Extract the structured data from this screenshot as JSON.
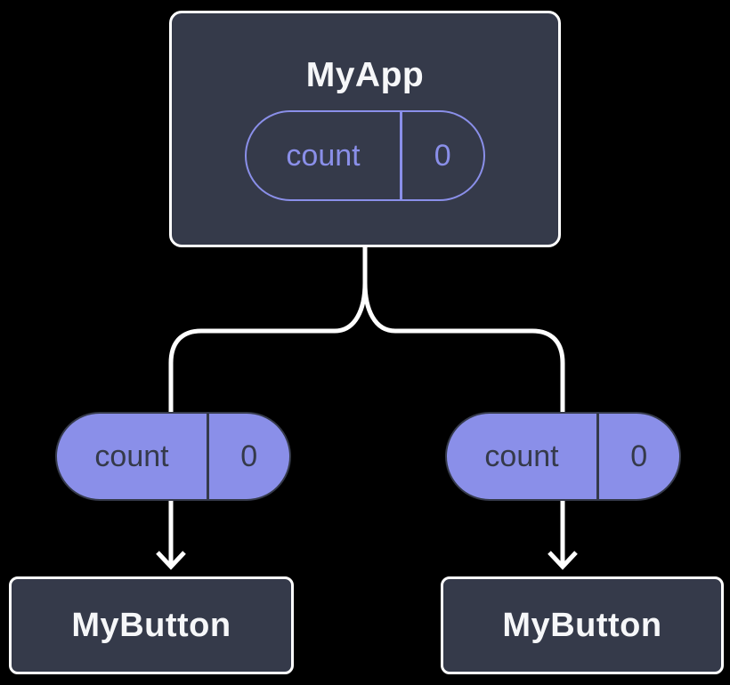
{
  "diagram": {
    "type": "component-tree",
    "colors": {
      "background": "#000000",
      "node_fill": "#353A4A",
      "node_border": "#FFFFFF",
      "accent_purple": "#8A8FE9",
      "connector_white": "#FFFFFF",
      "dark_text": "#353A4A",
      "light_text": "#F6F7F9"
    },
    "root": {
      "title": "MyApp",
      "state": {
        "name": "count",
        "value": "0"
      }
    },
    "children": [
      {
        "title": "MyButton",
        "prop": {
          "name": "count",
          "value": "0"
        }
      },
      {
        "title": "MyButton",
        "prop": {
          "name": "count",
          "value": "0"
        }
      }
    ]
  }
}
